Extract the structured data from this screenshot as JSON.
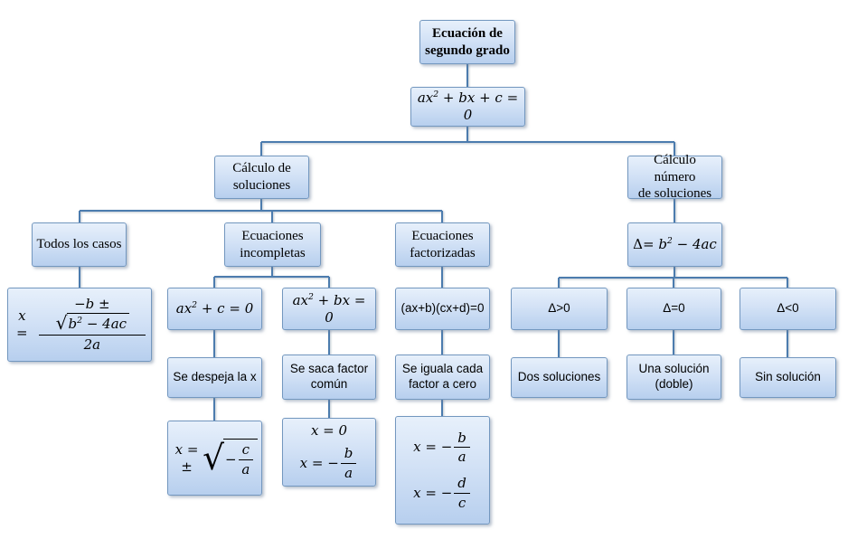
{
  "nodes": {
    "root": {
      "line1": "Ecuación de",
      "line2": "segundo grado"
    },
    "general_eq": {
      "base": "ax",
      "sup": "2",
      "rest": " + bx + c = 0"
    },
    "calc_soluciones": {
      "line1": "Cálculo de",
      "line2": "soluciones"
    },
    "calc_numero": {
      "line1": "Cálculo número",
      "line2": "de soluciones"
    },
    "todos_casos": {
      "label": "Todos los casos"
    },
    "incompletas": {
      "line1": "Ecuaciones",
      "line2": "incompletas"
    },
    "factorizadas": {
      "line1": "Ecuaciones",
      "line2": "factorizadas"
    },
    "formula_general": {
      "lhs": "x =",
      "num_pre": "−b ± ",
      "rad_base": "b",
      "rad_sup": "2",
      "rad_rest": " − 4ac",
      "den": "2a"
    },
    "discriminante": {
      "delta": "Δ= ",
      "base": "b",
      "sup": "2",
      "rest": " − 4ac"
    },
    "eq_incompleta_c": {
      "base": "ax",
      "sup": "2",
      "rest": " + c = 0"
    },
    "eq_incompleta_bx": {
      "base": "ax",
      "sup": "2",
      "rest": " + bx = 0"
    },
    "eq_factorizada": {
      "label": "(ax+b)(cx+d)=0"
    },
    "despeja_x": {
      "label": "Se despeja la x"
    },
    "factor_comun": {
      "line1": "Se saca factor",
      "line2": "común"
    },
    "iguala_cero": {
      "line1": "Se iguala cada",
      "line2": "factor a cero"
    },
    "sol_c": {
      "pre": "x = ±",
      "rad_minus": "−",
      "num": "c",
      "den": "a"
    },
    "sol_bx": {
      "line1": "x = 0",
      "pre2": "x = −",
      "num": "b",
      "den": "a"
    },
    "sol_factorizada": {
      "pre1": "x = −",
      "num1": "b",
      "den1": "a",
      "pre2": "x = −",
      "num2": "d",
      "den2": "c"
    },
    "delta_pos": {
      "label": "Δ>0"
    },
    "delta_cero": {
      "label": "Δ=0"
    },
    "delta_neg": {
      "label": "Δ<0"
    },
    "dos_soluciones": {
      "label": "Dos soluciones"
    },
    "una_solucion": {
      "line1": "Una solución",
      "line2": "(doble)"
    },
    "sin_solucion": {
      "label": "Sin solución"
    }
  },
  "colors": {
    "box_border": "#7397bf",
    "box_fill_top": "#e7f0fb",
    "box_fill_bottom": "#b7cfee",
    "connector": "#4c7cae"
  }
}
